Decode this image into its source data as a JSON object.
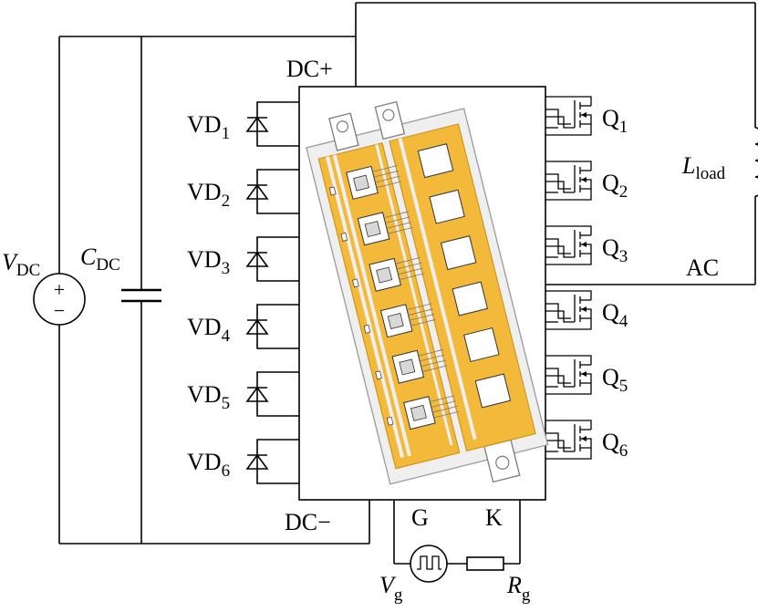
{
  "labels": {
    "dc_plus": "DC+",
    "dc_minus": "DC−",
    "ac": "AC",
    "gate": "G",
    "kelvin": "K",
    "vdc_main": "V",
    "vdc_sub": "DC",
    "cdc_main": "C",
    "cdc_sub": "DC",
    "lload_main": "L",
    "lload_sub": "load",
    "vg_main": "V",
    "vg_sub": "g",
    "rg_main": "R",
    "rg_sub": "g",
    "vd_main": "VD",
    "q_main": "Q",
    "plus_sign": "+",
    "minus_sign": "−"
  },
  "diodes": [
    {
      "sub": "1"
    },
    {
      "sub": "2"
    },
    {
      "sub": "3"
    },
    {
      "sub": "4"
    },
    {
      "sub": "5"
    },
    {
      "sub": "6"
    }
  ],
  "mosfets": [
    {
      "sub": "1"
    },
    {
      "sub": "2"
    },
    {
      "sub": "3"
    },
    {
      "sub": "4"
    },
    {
      "sub": "5"
    },
    {
      "sub": "6"
    }
  ],
  "colors": {
    "wire": "#000000",
    "substrate": "#f2b93b",
    "substrate_edge": "#c98d12",
    "module_frame": "#efefef",
    "chip": "#ffffff"
  },
  "icons": {
    "diode": "diode-symbol-icon",
    "mosfet": "sic-mosfet-symbol-icon",
    "source": "dc-voltage-source-icon",
    "pulse": "pulse-generator-icon"
  }
}
